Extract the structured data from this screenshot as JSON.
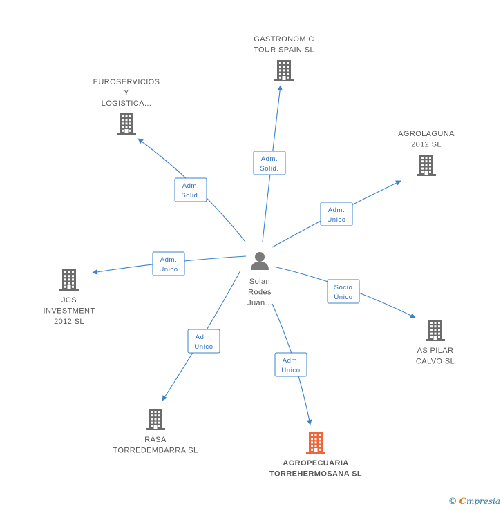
{
  "colors": {
    "edge": "#3b82c9",
    "edge_label_text": "#2b6bbf",
    "building": "#6b6b6b",
    "building_highlight": "#f0643a",
    "person": "#7a7a7a",
    "label": "#555555",
    "brand": "#2e7d9a",
    "brand_accent": "#e07b1a"
  },
  "center": {
    "icon": "person-icon",
    "label_lines": [
      "Solan",
      "Rodes",
      "Juan..."
    ]
  },
  "companies": [
    {
      "id": "gastronomic",
      "icon": "building-icon",
      "highlight": false,
      "label_lines": [
        "GASTRONOMIC",
        "TOUR SPAIN SL"
      ],
      "label_pos": "above"
    },
    {
      "id": "euroservicios",
      "icon": "building-icon",
      "highlight": false,
      "label_lines": [
        "EUROSERVICIOS",
        "Y",
        "LOGISTICA..."
      ],
      "label_pos": "above"
    },
    {
      "id": "agrolaguna",
      "icon": "building-icon",
      "highlight": false,
      "label_lines": [
        "AGROLAGUNA",
        "2012 SL"
      ],
      "label_pos": "above"
    },
    {
      "id": "jcs",
      "icon": "building-icon",
      "highlight": false,
      "label_lines": [
        "JCS",
        "INVESTMENT",
        "2012 SL"
      ],
      "label_pos": "below"
    },
    {
      "id": "aspilar",
      "icon": "building-icon",
      "highlight": false,
      "label_lines": [
        "AS PILAR",
        "CALVO SL"
      ],
      "label_pos": "below"
    },
    {
      "id": "rasa",
      "icon": "building-icon",
      "highlight": false,
      "label_lines": [
        "RASA",
        "TORREDEMBARRA SL"
      ],
      "label_pos": "below"
    },
    {
      "id": "agropecuaria",
      "icon": "building-icon",
      "highlight": true,
      "label_lines": [
        "AGROPECUARIA",
        "TORREHERMOSANA SL"
      ],
      "label_pos": "below"
    }
  ],
  "edges": [
    {
      "to": "gastronomic",
      "label_lines": [
        "Adm.",
        "Solid."
      ]
    },
    {
      "to": "euroservicios",
      "label_lines": [
        "Adm.",
        "Solid."
      ]
    },
    {
      "to": "agrolaguna",
      "label_lines": [
        "Adm.",
        "Unico"
      ]
    },
    {
      "to": "jcs",
      "label_lines": [
        "Adm.",
        "Unico"
      ]
    },
    {
      "to": "aspilar",
      "label_lines": [
        "Socio",
        "Único"
      ]
    },
    {
      "to": "rasa",
      "label_lines": [
        "Adm.",
        "Unico"
      ]
    },
    {
      "to": "agropecuaria",
      "label_lines": [
        "Adm.",
        "Unico"
      ]
    }
  ],
  "footer": {
    "copyright": "©",
    "brand_first": "C",
    "brand_rest": "mpresia"
  }
}
